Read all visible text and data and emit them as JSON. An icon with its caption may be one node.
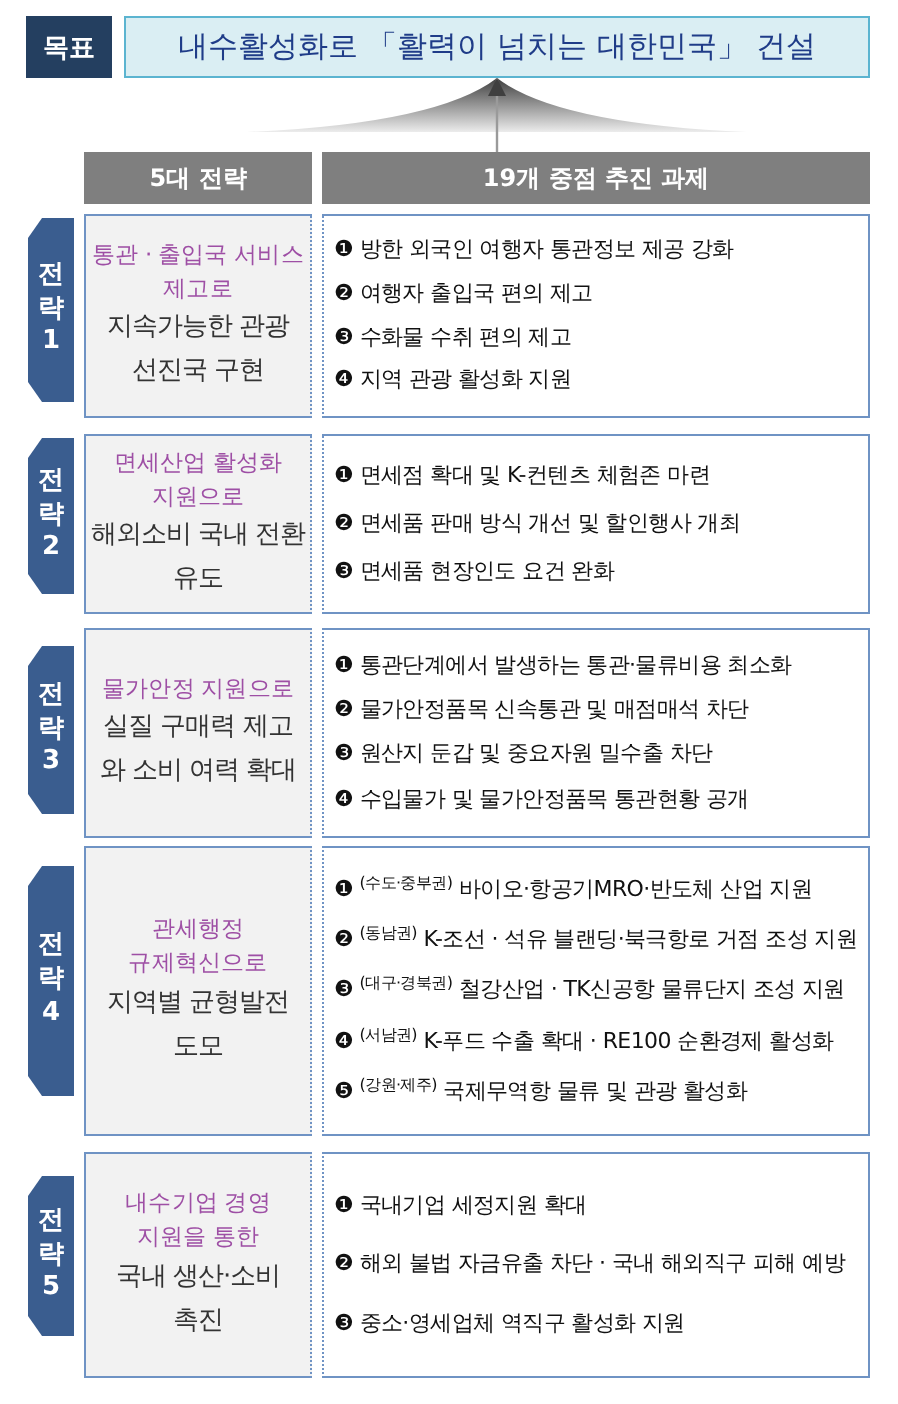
{
  "diagram": {
    "nodes": [
      {
        "text": [
          "목표"
        ]
      },
      {
        "text": [
          "내수활성화로 「활력이 넘치는 대한민국」 건설"
        ]
      },
      {
        "text": [
          "5대 전략"
        ]
      },
      {
        "text": [
          "19개 중점 추진 과제"
        ]
      },
      {
        "text": [
          "전략 1"
        ]
      },
      {
        "text": [
          "통관 · 출입국 서비스 제고로",
          "지속가능한 관광 선진국 구현"
        ]
      },
      {
        "text": [
          "❶ 방한 외국인 여행자 통관정보 제공 강화",
          "❷ 여행자 출입국 편의 제고",
          "❸ 수화물 수취 편의 제고",
          "❹ 지역 관광 활성화 지원"
        ]
      },
      {
        "text": [
          "전략 2"
        ]
      },
      {
        "text": [
          "면세산업 활성화 지원으로",
          "해외소비 국내 전환 유도"
        ]
      },
      {
        "text": [
          "❶ 면세점 확대 및 K-컨텐츠 체험존 마련",
          "❷ 면세품 판매 방식 개선 및 할인행사 개최",
          "❸ 면세품 현장인도 요건 완화"
        ]
      },
      {
        "text": [
          "전략 3"
        ]
      },
      {
        "text": [
          "물가안정 지원으로",
          "실질 구매력 제고 와 소비 여력 확대"
        ]
      },
      {
        "text": [
          "❶ 통관단계에서 발생하는 통관·물류비용 최소화",
          "❷ 물가안정품목 신속통관 및 매점매석 차단",
          "❸ 원산지 둔갑 및 중요자원 밀수출 차단",
          "❹ 수입물가 및 물가안정품목 통관현황 공개"
        ]
      },
      {
        "text": [
          "전략 4"
        ]
      },
      {
        "text": [
          "관세행정 규제혁신으로",
          "지역별 균형발전 도모"
        ]
      },
      {
        "text": [
          "❶ $^{(수도·중부권)}$ 바이오·항공기MRO·반도체 산업 지원",
          "❷ $^{(동남권)}$ K-조선 · 석유 블랜딩·북극항로 거점 조성 지원",
          "❸ $^{(대구·경북권)}$ 철강산업 · TK신공항 물류단지 조성 지원",
          "❹ $^{(서남권)}$ K-푸드 수출 확대 · RE100 순환경제 활성화",
          "❺ $^{(강원·제주)}$ 국제무역항 물류 및 관광 활성화"
        ]
      },
      {
        "text": [
          "전략 5"
        ]
      },
      {
        "text": [
          "내수기업 경영 지원을 통한",
          "국내 생산·소비 촉진"
        ]
      },
      {
        "text": [
          "❶ 국내기업 세정지원 확대",
          "❷ 해외 불법 자금유출 차단 · 국내 해외직구 피해 예방",
          "❸ 중소·영세업체 역직구 활성화 지원"
        ]
      }
    ],
    "edges": [
      {
        "from": 3,
        "to": 1,
        "arrow": "to"
      }
    ]
  }
}
